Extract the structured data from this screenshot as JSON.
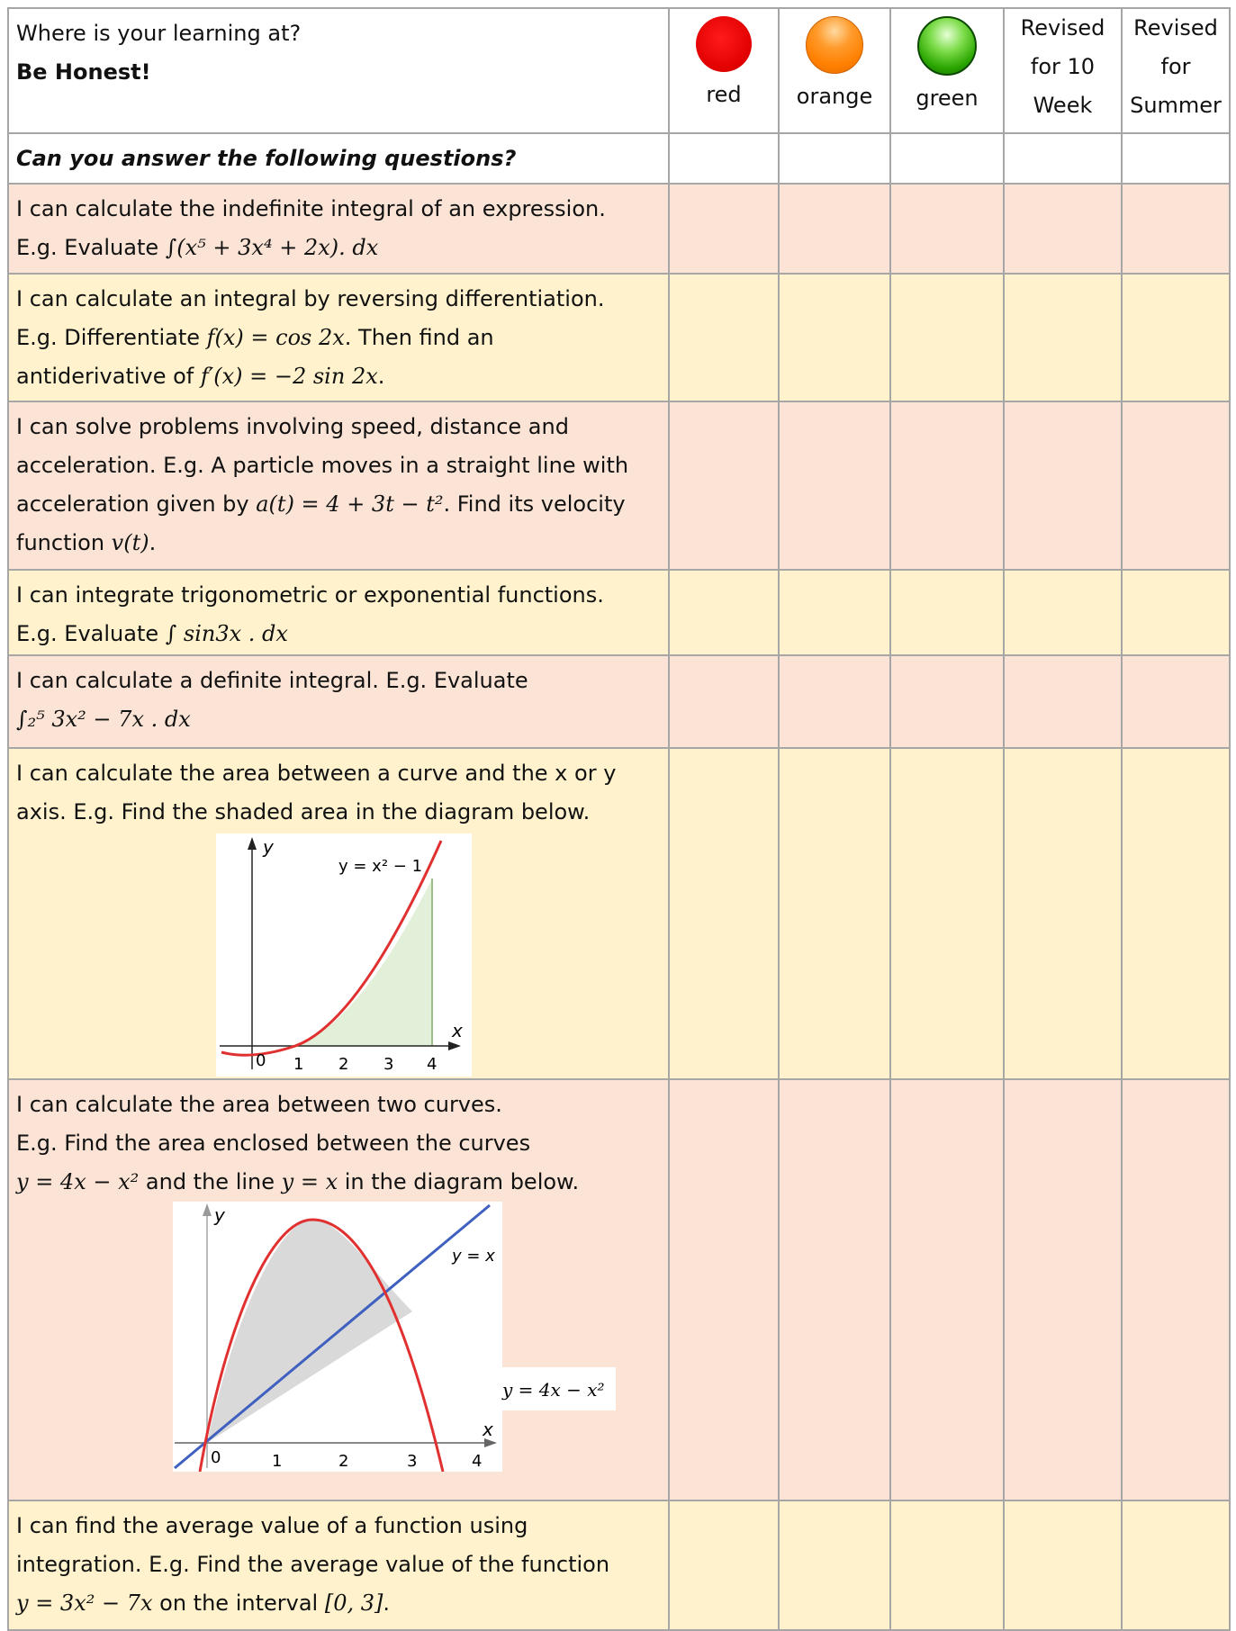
{
  "header": {
    "question": "Where is your learning at?",
    "honest": "Be Honest!",
    "red_label": "red",
    "orange_label": "orange",
    "green_label": "green",
    "revised10_line1": "Revised",
    "revised10_line2": "for 10",
    "revised10_line3": "Week",
    "revisedSummer_line1": "Revised",
    "revisedSummer_line2": "for",
    "revisedSummer_line3": "Summer"
  },
  "subheader": "Can you answer the following questions?",
  "rows": [
    {
      "line1": "I can calculate the indefinite integral of an expression.",
      "line2_prefix": "E.g. Evaluate ",
      "line2_math": "∫(x⁵ + 3x⁴ + 2x). dx"
    },
    {
      "line1": "I can calculate an integral by reversing differentiation.",
      "line2_prefix": "E.g. Differentiate ",
      "line2_math": "f(x) = cos 2x",
      "line2_suffix": ". Then find an",
      "line3_prefix": "antiderivative of ",
      "line3_math": "f′(x) = −2 sin 2x",
      "line3_suffix": "."
    },
    {
      "line1": "I can solve problems involving speed, distance and",
      "line2": "acceleration. E.g. A particle moves in a straight line with",
      "line3_prefix": "acceleration given by ",
      "line3_math": "a(t) = 4 + 3t − t²",
      "line3_suffix": ". Find its velocity",
      "line4_prefix": "function ",
      "line4_math": "v(t)",
      "line4_suffix": "."
    },
    {
      "line1": "I can integrate trigonometric or exponential functions.",
      "line2_prefix": "E.g. Evaluate ",
      "line2_math": "∫ sin3x . dx"
    },
    {
      "line1": "I can calculate a definite integral. E.g. Evaluate",
      "line2_math": "∫₂⁵ 3x² − 7x . dx"
    },
    {
      "line1": "I can calculate the area between a curve and the x or y",
      "line2": "axis. E.g. Find the shaded area in the diagram below.",
      "diagram": {
        "curve_label": "y = x² − 1",
        "y_label": "y",
        "x_label": "x",
        "ticks": [
          "0",
          "1",
          "2",
          "3",
          "4"
        ]
      }
    },
    {
      "line1": "I can calculate the area between two curves.",
      "line2": "E.g. Find the area enclosed between the curves",
      "line3_math1": "y = 4x − x²",
      "line3_mid": " and the line ",
      "line3_math2": "y = x",
      "line3_suffix": " in the diagram below.",
      "diagram": {
        "line_label": "y = x",
        "curve_label": "y = 4x − x²",
        "y_label": "y",
        "x_label": "x",
        "ticks": [
          "0",
          "1",
          "2",
          "3",
          "4"
        ]
      }
    },
    {
      "line1": "I can find the average value of a function using",
      "line2": "integration. E.g. Find the average value of the function",
      "line3_math": "y = 3x² − 7x",
      "line3_mid": " on the interval ",
      "line3_math2": "[0, 3]",
      "line3_suffix": "."
    }
  ],
  "colors": {
    "peach": "#fbe4d5",
    "cream": "#fff2cc",
    "border": "#a6a6a6",
    "curve_red": "#e03030",
    "line_blue": "#4060c0",
    "shade_green": "#e2efd9",
    "shade_grey": "#d9d9d9"
  }
}
